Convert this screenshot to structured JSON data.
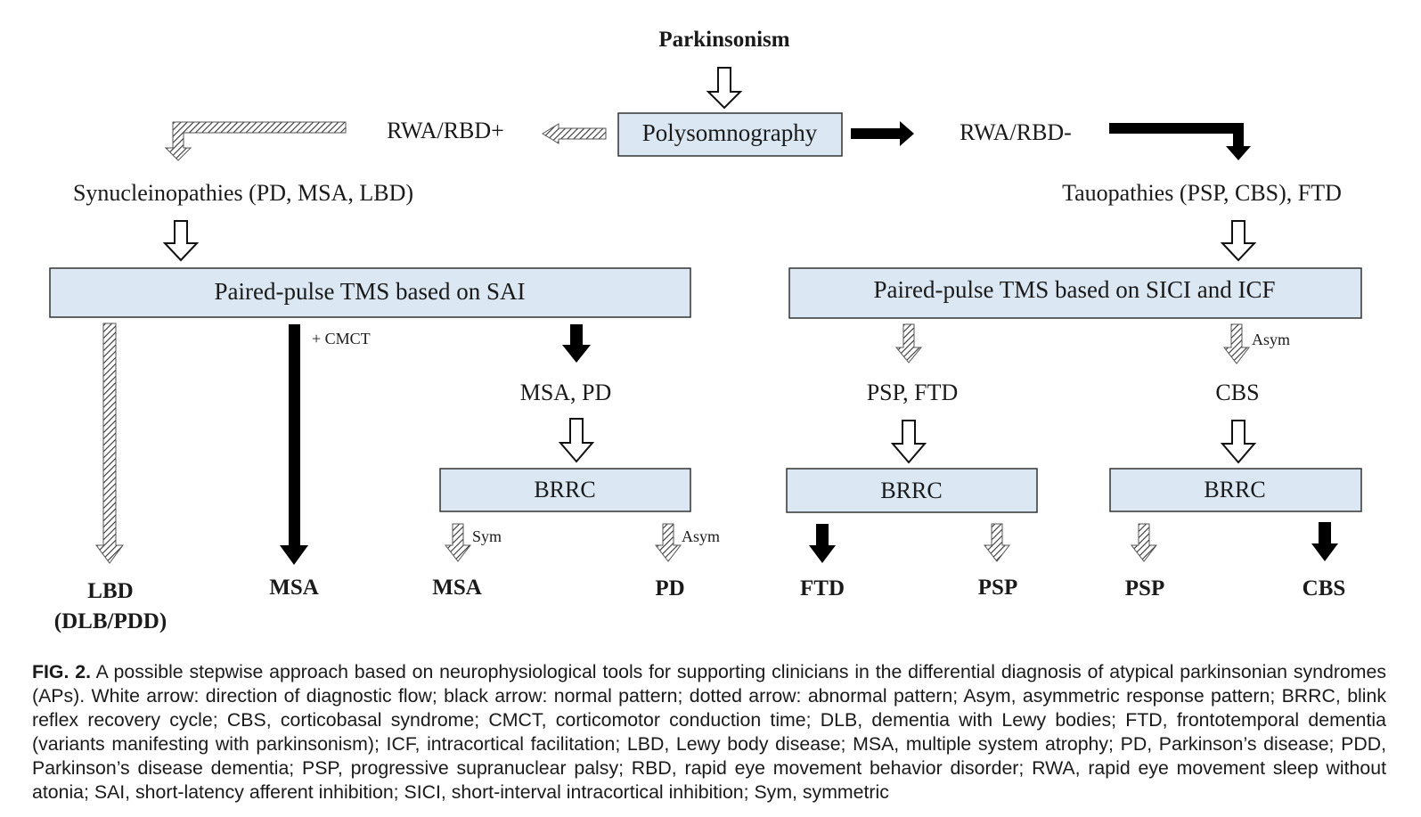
{
  "nodes": {
    "top": "Parkinsonism",
    "psg": "Polysomnography",
    "rbd_pos": "RWA/RBD+",
    "rbd_neg": "RWA/RBD-",
    "synuc": "Synucleinopathies (PD, MSA, LBD)",
    "tauo": "Tauopathies (PSP, CBS), FTD",
    "tms_sai": "Paired-pulse TMS based on SAI",
    "tms_sici": "Paired-pulse TMS based on SICI and ICF",
    "msa_pd": "MSA, PD",
    "psp_ftd": "PSP, FTD",
    "cbs_mid": "CBS",
    "brrc1": "BRRC",
    "brrc2": "BRRC",
    "brrc3": "BRRC",
    "cmct": "+ CMCT",
    "sym": "Sym",
    "asym1": "Asym",
    "asym2": "Asym",
    "out_lbd_1": "LBD",
    "out_lbd_2": "(DLB/PDD)",
    "out_msa_1": "MSA",
    "out_msa_2": "MSA",
    "out_pd": "PD",
    "out_ftd": "FTD",
    "out_psp_1": "PSP",
    "out_psp_2": "PSP",
    "out_cbs": "CBS"
  },
  "caption": {
    "label": "FIG. 2.",
    "text": "A possible stepwise approach based on neurophysiological tools for supporting clinicians in the differential diagnosis of atypical parkinsonian syndromes (APs). White arrow: direction of diagnostic flow; black arrow: normal pattern; dotted arrow: abnormal pattern; Asym, asymmetric response pattern; BRRC, blink reflex recovery cycle; CBS, corticobasal syndrome; CMCT, corticomotor conduction time; DLB, dementia with Lewy bodies; FTD, frontotemporal dementia (variants manifesting with parkinsonism); ICF, intracortical facilitation; LBD, Lewy body disease; MSA, multiple system atrophy; PD, Parkinson’s disease; PDD, Parkinson’s disease dementia; PSP, progressive supranuclear palsy; RBD, rapid eye movement behavior disorder; RWA, rapid eye movement sleep without atonia; SAI, short-latency afferent inhibition; SICI, short-interval intracortical inhibition; Sym, symmetric"
  },
  "colors": {
    "box_fill": "#dbe8f4",
    "arrow_black": "#000000",
    "arrow_white": "#ffffff"
  }
}
